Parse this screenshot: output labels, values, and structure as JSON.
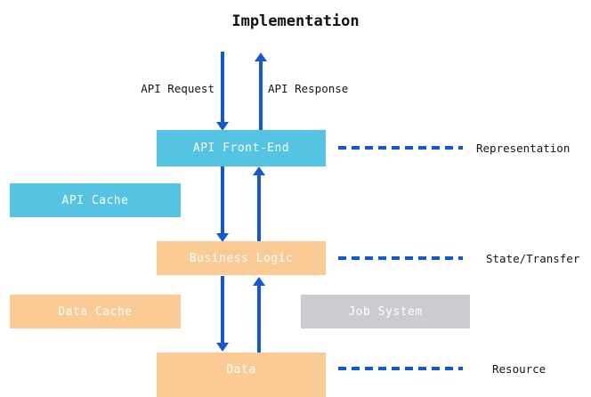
{
  "diagram": {
    "title": "Implementation",
    "colors": {
      "cyan": "#55c4e2",
      "peach": "#fbcb96",
      "gray": "#cdcbd1",
      "arrow_blue": "#1457d4",
      "text_dark": "#151515",
      "box_text": "#ffffff",
      "background": "#ffffff"
    },
    "nodes": [
      {
        "id": "api-front-end",
        "label": "API Front-End",
        "color": "cyan"
      },
      {
        "id": "api-cache",
        "label": "API Cache",
        "color": "cyan"
      },
      {
        "id": "business-logic",
        "label": "Business Logic",
        "color": "peach"
      },
      {
        "id": "data-cache",
        "label": "Data Cache",
        "color": "peach"
      },
      {
        "id": "job-system",
        "label": "Job System",
        "color": "gray"
      },
      {
        "id": "data",
        "label": "Data",
        "color": "peach"
      }
    ],
    "flow_labels": {
      "request": "API Request",
      "response": "API Response"
    },
    "side_labels": [
      {
        "id": "representation",
        "label": "Representation"
      },
      {
        "id": "state-transfer",
        "label": "State/Transfer"
      },
      {
        "id": "resource",
        "label": "Resource"
      }
    ]
  }
}
